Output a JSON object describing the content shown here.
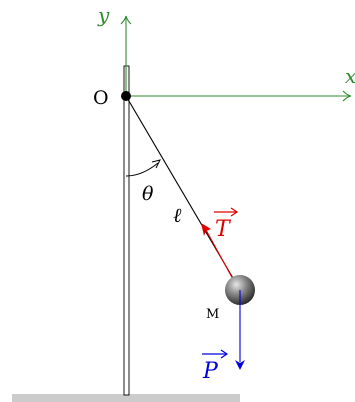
{
  "labels": {
    "axis_x": "x",
    "axis_y": "y",
    "origin": "O",
    "angle": "θ",
    "length": "ℓ",
    "mass": "M",
    "tension": "T",
    "weight": "P"
  },
  "colors": {
    "axes": "#2e8b2e",
    "tension": "#e00000",
    "weight": "#0000dd",
    "ground": "#cccccc",
    "rod": "#000000"
  },
  "icons": {
    "vector_arrow": "over-right-arrow"
  }
}
